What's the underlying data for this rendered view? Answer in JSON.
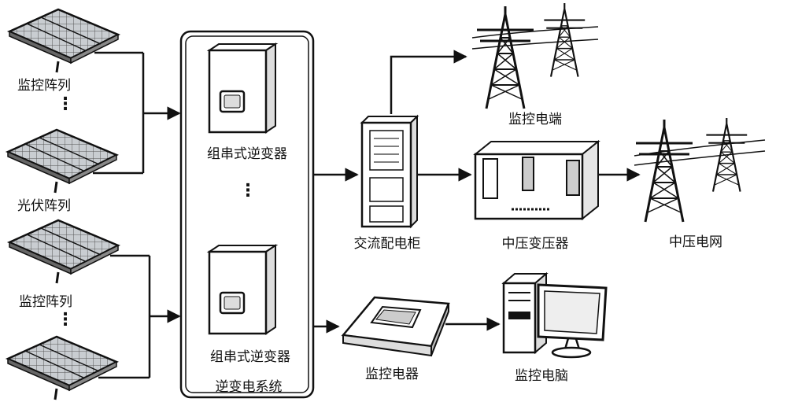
{
  "labels": {
    "array_monitor_1": "监控阵列",
    "pv_array": "光伏阵列",
    "array_monitor_2": "监控阵列",
    "inverter_top": "组串式逆变器",
    "inverter_bottom": "组串式逆变器",
    "inverter_system": "逆变电系统",
    "ac_cabinet": "交流配电柜",
    "monitor_terminal": "监控电端",
    "mv_transformer": "中压变压器",
    "grid": "中压电网",
    "monitor_device": "监控电器",
    "monitor_computer": "监控电脑"
  },
  "ellipsis": "⋮",
  "colors": {
    "line": "#111111",
    "panel_fill": "#b9bec3",
    "box_fill": "#ffffff"
  }
}
